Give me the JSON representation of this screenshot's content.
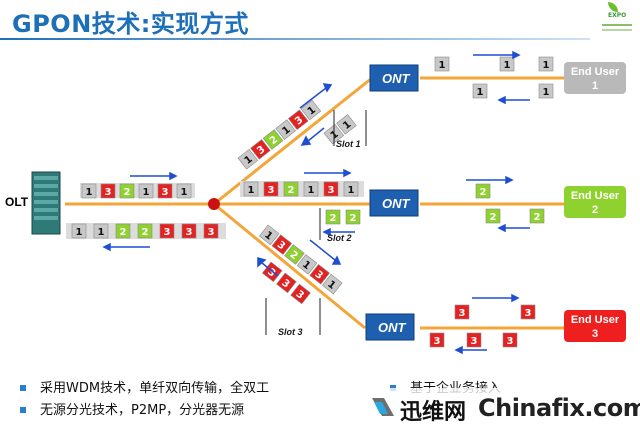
{
  "title": "GPON技术:实现方式",
  "logo": {
    "name": "expo-logo"
  },
  "olt": {
    "label": "OLT"
  },
  "downstream_packets": [
    "1",
    "3",
    "2",
    "1",
    "3",
    "1"
  ],
  "upstream_packets": [
    "1",
    "1",
    "2",
    "2",
    "3",
    "3",
    "3"
  ],
  "branches": [
    {
      "ont_label": "ONT",
      "user_label": [
        "End User",
        "1"
      ],
      "user_color": "#b9b9b9",
      "in_packets": [
        "1",
        "3",
        "2",
        "1",
        "3",
        "1"
      ],
      "up_packets": [
        "1",
        "1"
      ],
      "slot": "Slot 1",
      "out_packets": [
        "1",
        "1",
        "1"
      ],
      "return_packets": [
        "1",
        "1"
      ]
    },
    {
      "ont_label": "ONT",
      "user_label": [
        "End User",
        "2"
      ],
      "user_color": "#8fd12e",
      "in_packets": [
        "1",
        "3",
        "2",
        "1",
        "3",
        "1"
      ],
      "up_packets": [
        "2",
        "2"
      ],
      "slot": "Slot 2",
      "out_packets": [
        "2"
      ],
      "return_packets": [
        "2",
        "2"
      ]
    },
    {
      "ont_label": "ONT",
      "user_label": [
        "End User",
        "3"
      ],
      "user_color": "#ef1f1f",
      "in_packets": [
        "1",
        "3",
        "2",
        "1",
        "3",
        "1"
      ],
      "up_packets": [
        "3",
        "3",
        "3"
      ],
      "slot": "Slot 3",
      "out_packets": [
        "3",
        "3"
      ],
      "return_packets": [
        "3",
        "3",
        "3"
      ]
    }
  ],
  "colors": {
    "gray": "#c8c8c8",
    "red": "#e42222",
    "green": "#8fd12e",
    "fiber": "#f4a53a",
    "ont": "#1f5fb0",
    "arrow": "#1f4fd0"
  },
  "bullets": [
    "采用WDM技术，单纤双向传输，全双工",
    "无源分光技术，P2MP，分光器无源"
  ],
  "bullet_partial": "基于企业务接入",
  "watermark": {
    "cn": "迅维网",
    "en": "Chinafix.com"
  }
}
